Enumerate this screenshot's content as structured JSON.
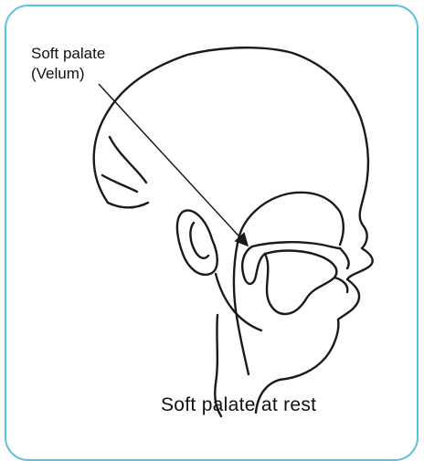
{
  "annotation": {
    "line1": "Soft palate",
    "line2": "(Velum)"
  },
  "caption": "Soft palate at rest",
  "colors": {
    "frame_border": "#5cc1e0",
    "ink": "#1a1a1a"
  }
}
